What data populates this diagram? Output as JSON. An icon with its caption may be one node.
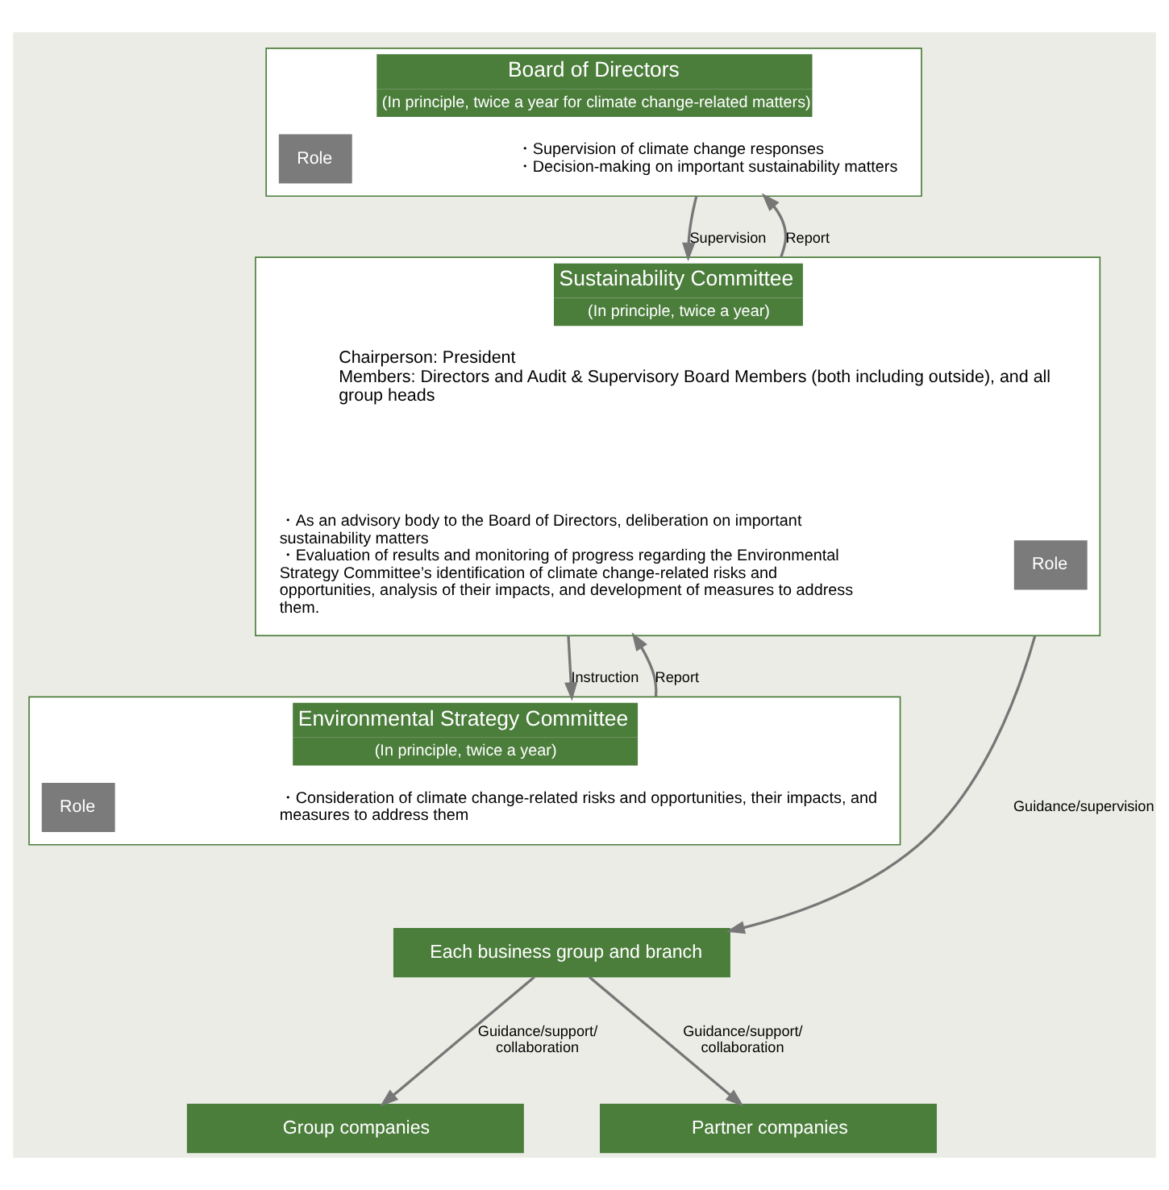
{
  "diagram": {
    "nodes": [
      {
        "text": [
          "Board of Directors",
          "(In principle, twice a year for climate change-related matters)",
          "・Supervision of climate change responses",
          "・Decision-making on important sustainability matters"
        ]
      },
      {
        "text": [
          "Role"
        ],
        "in": 0
      },
      {
        "text": [
          "Sustainability Committee",
          "(In principle, twice a year)",
          "Chairperson: President",
          "Members: Directors and Audit & Supervisory Board Members (both including outside), and all group heads",
          "・As an advisory body to the Board of Directors, deliberation on important sustainability matters",
          "・Evaluation of results and monitoring of progress regarding the Environmental Strategy Committee’s identification of climate change-related risks and opportunities, analysis of their impacts, and development of measures to address them."
        ]
      },
      {
        "text": [
          "Role"
        ],
        "in": 2
      },
      {
        "text": [
          "Environmental Strategy Committee",
          "(In principle, twice a year)",
          "・Consideration of climate change-related risks and opportunities, their impacts, and measures to address them"
        ]
      },
      {
        "text": [
          "Role"
        ],
        "in": 4
      },
      {
        "text": [
          "Each business group and branch"
        ]
      },
      {
        "text": [
          "Group companies"
        ]
      },
      {
        "text": [
          "Partner companies"
        ]
      }
    ],
    "edges": [
      {
        "from": 2,
        "to": 0,
        "arrow": "to",
        "label": "Report"
      },
      {
        "from": 0,
        "to": 2,
        "arrow": "to",
        "label": "Supervision"
      },
      {
        "from": 4,
        "to": 2,
        "arrow": "to",
        "label": "Report"
      },
      {
        "from": 2,
        "to": 4,
        "arrow": "to",
        "label": "Instruction"
      },
      {
        "from": 2,
        "to": 6,
        "arrow": "to",
        "label": "Guidance/supervision"
      },
      {
        "from": 6,
        "to": 7,
        "arrow": "to",
        "label": "Guidance/support/ collaboration"
      },
      {
        "from": 6,
        "to": 8,
        "arrow": "to",
        "label": "Guidance/support/ collaboration"
      }
    ]
  }
}
